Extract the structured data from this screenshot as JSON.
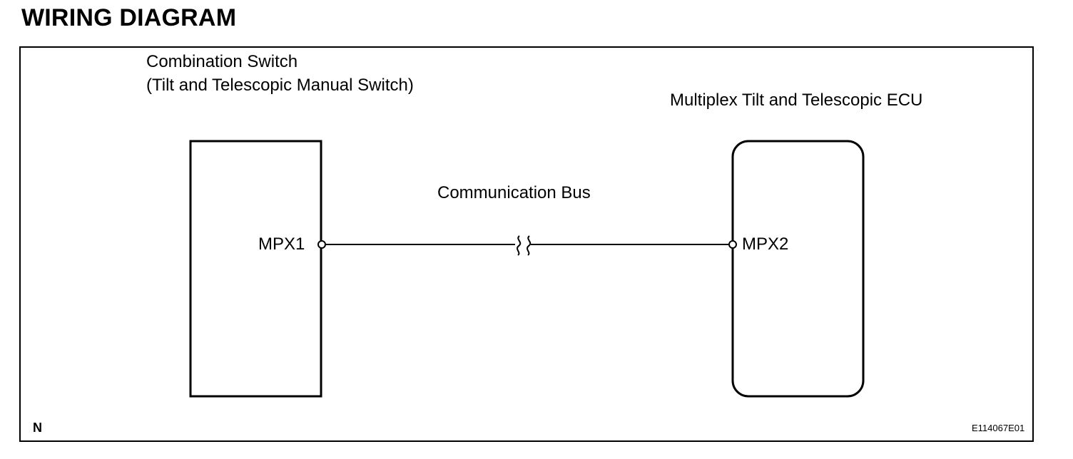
{
  "title": "WIRING DIAGRAM",
  "components": {
    "left": {
      "name_line1": "Combination Switch",
      "name_line2": "(Tilt and Telescopic Manual Switch)",
      "terminal": "MPX1"
    },
    "right": {
      "name": "Multiplex Tilt and Telescopic ECU",
      "terminal": "MPX2"
    }
  },
  "connection": {
    "label": "Communication Bus"
  },
  "footer": {
    "corner_mark": "N",
    "figure_code": "E114067E01"
  }
}
